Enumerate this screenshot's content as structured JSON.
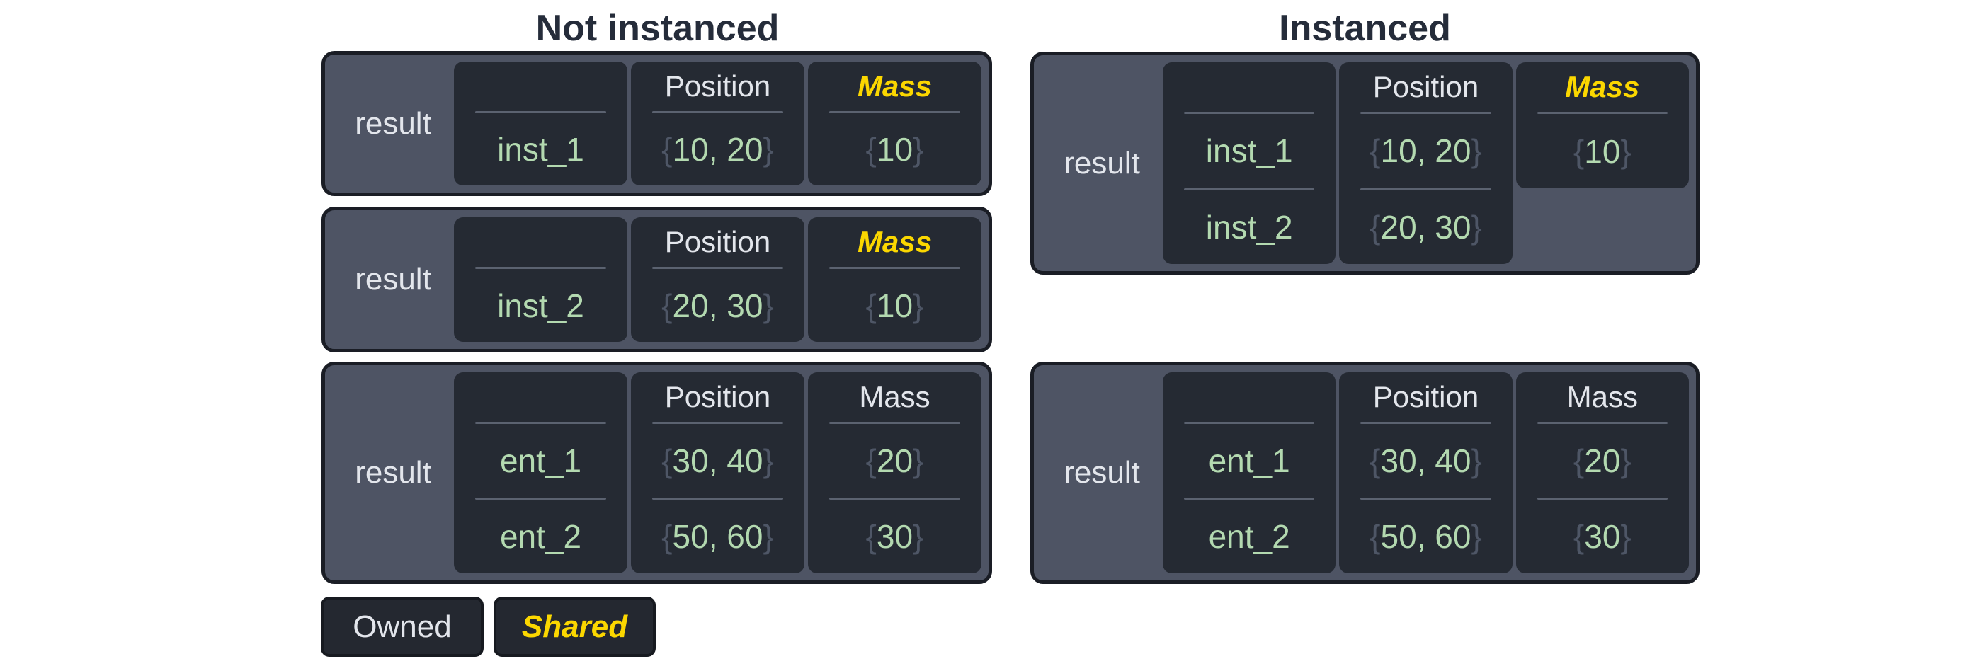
{
  "titles": {
    "not_instanced": "Not instanced",
    "instanced": "Instanced"
  },
  "punctuation": {
    "brace_open": "{",
    "brace_close": "}"
  },
  "colors": {
    "panel_background": "#4e5464",
    "panel_border": "#1a1d25",
    "cell_background": "#252a33",
    "header_text": "#e3e6ec",
    "shared_text": "#fbd700",
    "value_text": "#b3d9b0",
    "brace_text": "#4e5666",
    "divider": "#5b6270",
    "title_text": "#252c3a",
    "page_background": "#ffffff"
  },
  "boxes": {
    "left1": {
      "result": "result",
      "entity": {
        "header": "",
        "rows": [
          "inst_1"
        ]
      },
      "position": {
        "header": "Position",
        "rows": [
          "10, 20"
        ]
      },
      "mass": {
        "header": "Mass",
        "shared": true,
        "rows": [
          "10"
        ]
      }
    },
    "left2": {
      "result": "result",
      "entity": {
        "header": "",
        "rows": [
          "inst_2"
        ]
      },
      "position": {
        "header": "Position",
        "rows": [
          "20, 30"
        ]
      },
      "mass": {
        "header": "Mass",
        "shared": true,
        "rows": [
          "10"
        ]
      }
    },
    "left3": {
      "result": "result",
      "entity": {
        "header": "",
        "rows": [
          "ent_1",
          "ent_2"
        ]
      },
      "position": {
        "header": "Position",
        "rows": [
          "30, 40",
          "50, 60"
        ]
      },
      "mass": {
        "header": "Mass",
        "shared": false,
        "rows": [
          "20",
          "30"
        ]
      }
    },
    "right1": {
      "result": "result",
      "entity": {
        "header": "",
        "rows": [
          "inst_1",
          "inst_2"
        ]
      },
      "position": {
        "header": "Position",
        "rows": [
          "10, 20",
          "20, 30"
        ]
      },
      "mass": {
        "header": "Mass",
        "shared": true,
        "rows": [
          "10"
        ]
      }
    },
    "right2": {
      "result": "result",
      "entity": {
        "header": "",
        "rows": [
          "ent_1",
          "ent_2"
        ]
      },
      "position": {
        "header": "Position",
        "rows": [
          "30, 40",
          "50, 60"
        ]
      },
      "mass": {
        "header": "Mass",
        "shared": false,
        "rows": [
          "20",
          "30"
        ]
      }
    }
  },
  "legend": {
    "owned": "Owned",
    "shared": "Shared"
  }
}
